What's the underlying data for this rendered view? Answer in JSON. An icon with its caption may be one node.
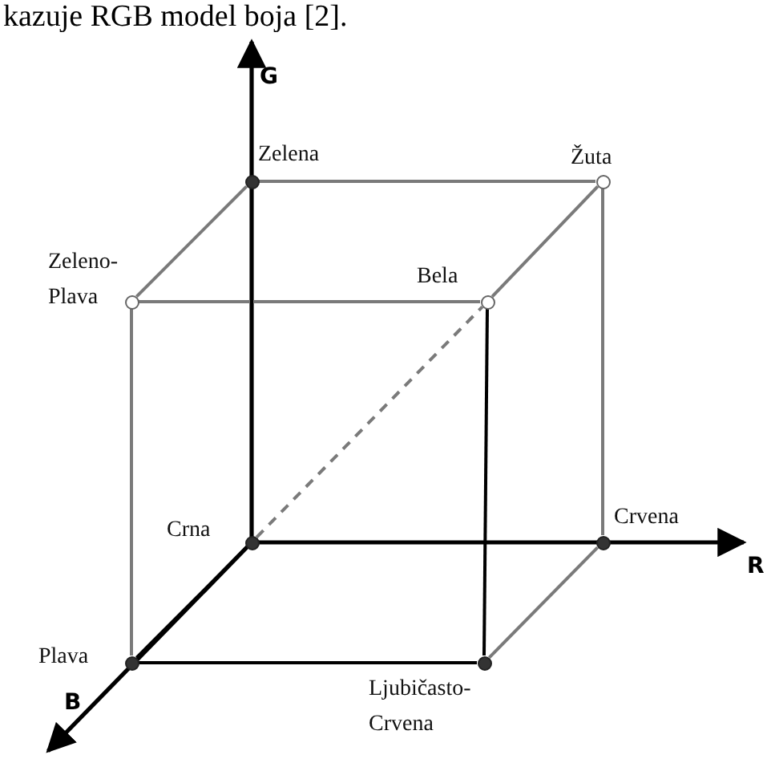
{
  "diagram": {
    "nodes": [
      {
        "text": [],
        "shape": "circle",
        "beside": [
          "Zelena"
        ]
      },
      {
        "text": [],
        "shape": "circle",
        "beside": [
          "Žuta"
        ]
      },
      {
        "text": [],
        "shape": "circle",
        "beside": [
          "Zeleno-Plava"
        ]
      },
      {
        "text": [],
        "shape": "circle",
        "beside": [
          "Bela"
        ]
      },
      {
        "text": [],
        "shape": "circle",
        "beside": [
          "Crna"
        ]
      },
      {
        "text": [],
        "shape": "circle",
        "beside": [
          "Crvena"
        ]
      },
      {
        "text": [],
        "shape": "circle",
        "beside": [
          "Plava"
        ]
      },
      {
        "text": [],
        "shape": "circle",
        "beside": [
          "Ljubičasto-Crvena"
        ]
      }
    ],
    "edges": [
      {
        "from": 0,
        "to": 1,
        "arrow": "none"
      },
      {
        "from": 0,
        "to": 2,
        "arrow": "none"
      },
      {
        "from": 1,
        "to": 3,
        "arrow": "none"
      },
      {
        "from": 2,
        "to": 3,
        "arrow": "none"
      },
      {
        "from": 1,
        "to": 5,
        "arrow": "none"
      },
      {
        "from": 2,
        "to": 6,
        "arrow": "none"
      },
      {
        "from": 3,
        "to": 7,
        "arrow": "none",
        "color": "#000000"
      },
      {
        "from": 4,
        "to": 0,
        "arrow": "none",
        "color": "#000000"
      },
      {
        "from": 4,
        "to": 5,
        "arrow": "none",
        "color": "#000000"
      },
      {
        "from": 4,
        "to": 6,
        "arrow": "none",
        "color": "#000000"
      },
      {
        "from": 6,
        "to": 7,
        "arrow": "none",
        "color": "#000000"
      },
      {
        "from": 5,
        "to": 7,
        "arrow": "none"
      },
      {
        "from": 4,
        "to": 3,
        "arrow": "none",
        "style": "dashed"
      }
    ],
    "labels": [
      "kazuje RGB model boja [2].",
      "G",
      "R",
      "B"
    ]
  }
}
